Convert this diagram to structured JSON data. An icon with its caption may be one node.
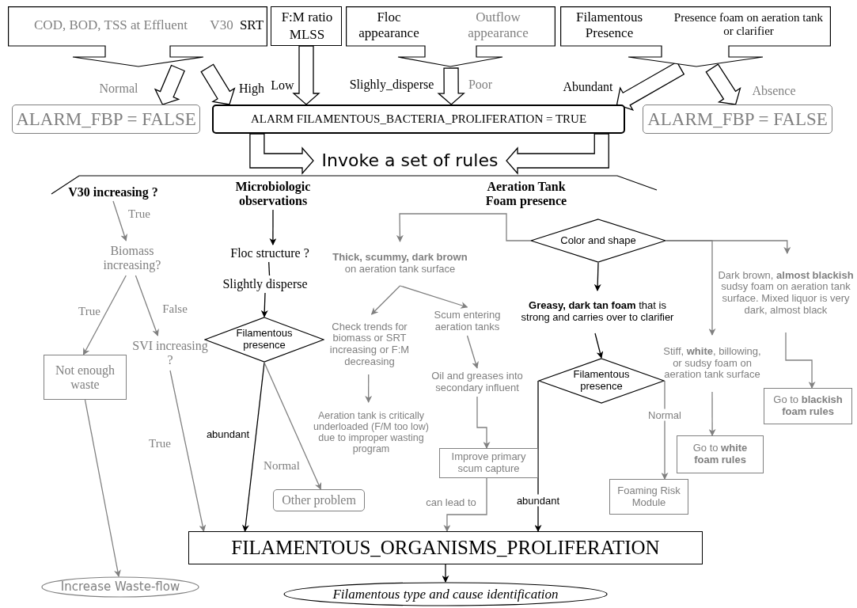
{
  "diagram": {
    "nodes": [
      {
        "text": [
          "COD, BOD, TSS at Effluent",
          "V30",
          "SRT"
        ]
      },
      {
        "text": [
          "F:M ratio",
          "MLSS"
        ]
      },
      {
        "text": [
          "Floc appearance",
          "Outflow appearance"
        ]
      },
      {
        "text": [
          "Filamentous Presence",
          "Presence foam on aeration tank or clarifier"
        ]
      },
      {
        "text": [
          "ALARM_FBP = FALSE"
        ]
      },
      {
        "text": [
          "ALARM FILAMENTOUS_BACTERIA_PROLIFERATION = TRUE"
        ]
      },
      {
        "text": [
          "ALARM_FBP = FALSE"
        ]
      },
      {
        "text": [
          "Invoke a set of rules"
        ]
      },
      {
        "text": [
          "V30 increasing ?"
        ]
      },
      {
        "text": [
          "Biomass increasing?"
        ]
      },
      {
        "text": [
          "Not enough waste"
        ]
      },
      {
        "text": [
          "SVI increasing ?"
        ]
      },
      {
        "text": [
          "Increase Waste-flow"
        ]
      },
      {
        "text": [
          "Microbiologic observations"
        ]
      },
      {
        "text": [
          "Floc structure ?"
        ]
      },
      {
        "text": [
          "Slightly disperse"
        ]
      },
      {
        "text": [
          "Filamentous presence"
        ]
      },
      {
        "text": [
          "Other problem"
        ]
      },
      {
        "text": [
          "Aeration Tank Foam presence"
        ]
      },
      {
        "text": [
          "Color and shape"
        ]
      },
      {
        "text": [
          "**Thick, scummy, dark brown** on aeration tank surface"
        ]
      },
      {
        "text": [
          "Check trends for biomass or SRT increasing or F:M decreasing"
        ]
      },
      {
        "text": [
          "Scum entering aeration tanks"
        ]
      },
      {
        "text": [
          "Oil and greases into secondary influent"
        ]
      },
      {
        "text": [
          "Aeration tank is critically underloaded (F/M too low) due to improper wasting program"
        ]
      },
      {
        "text": [
          "Improve primary scum capture"
        ]
      },
      {
        "text": [
          "**Greasy, dark tan foam** that is strong and carries over to clarifier"
        ]
      },
      {
        "text": [
          "Filamentous presence"
        ]
      },
      {
        "text": [
          "Foaming Risk Module"
        ]
      },
      {
        "text": [
          "Stiff, **white**, billowing, or sudsy foam on aeration tank surface"
        ]
      },
      {
        "text": [
          "Go to **white foam rules**"
        ]
      },
      {
        "text": [
          "Dark brown, **almost blackish** sudsy foam on aeration tank surface. Mixed liquor is very dark, almost black"
        ]
      },
      {
        "text": [
          "Go to **blackish foam rules**"
        ]
      },
      {
        "text": [
          "FILAMENTOUS_ORGANISMS_PROLIFERATION"
        ]
      },
      {
        "text": [
          "Filamentous type and cause identification"
        ]
      }
    ],
    "edges": [
      {
        "from": 0,
        "to": 4,
        "arrow": "to",
        "label": "Normal",
        "style": "thick",
        "color": "#000000"
      },
      {
        "from": 0,
        "to": 5,
        "arrow": "to",
        "label": "High",
        "style": "thick",
        "color": "#000000"
      },
      {
        "from": 1,
        "to": 5,
        "arrow": "to",
        "label": "Low",
        "style": "thick",
        "color": "#000000"
      },
      {
        "from": 2,
        "to": 5,
        "arrow": "to",
        "label": "Slighly_disperse",
        "style": "thick",
        "color": "#000000"
      },
      {
        "from": 3,
        "to": 5,
        "arrow": "to",
        "label": "Abundant",
        "style": "thick",
        "color": "#000000"
      },
      {
        "from": 3,
        "to": 6,
        "arrow": "to",
        "label": "Absence",
        "style": "thick",
        "color": "#000000"
      },
      {
        "from": 5,
        "to": 7,
        "arrow": "to",
        "style": "thick",
        "color": "#000000"
      },
      {
        "from": 5,
        "to": 7,
        "arrow": "to",
        "style": "thick",
        "color": "#000000"
      },
      {
        "from": 8,
        "to": 9,
        "arrow": "to",
        "label": "True"
      },
      {
        "from": 9,
        "to": 10,
        "arrow": "to",
        "label": "True"
      },
      {
        "from": 9,
        "to": 11,
        "arrow": "to",
        "label": "False"
      },
      {
        "from": 10,
        "to": 12,
        "arrow": "to"
      },
      {
        "from": 11,
        "to": 33,
        "arrow": "to",
        "label": "True"
      },
      {
        "from": 13,
        "to": 14,
        "arrow": "to",
        "color": "#000000"
      },
      {
        "from": 14,
        "to": 15,
        "arrow": "none",
        "color": "#000000"
      },
      {
        "from": 15,
        "to": 16,
        "arrow": "to",
        "color": "#000000"
      },
      {
        "from": 16,
        "to": 33,
        "arrow": "to",
        "label": "abundant",
        "color": "#000000"
      },
      {
        "from": 16,
        "to": 17,
        "arrow": "to",
        "label": "Normal"
      },
      {
        "from": 19,
        "to": 20,
        "arrow": "to"
      },
      {
        "from": 19,
        "to": 26,
        "arrow": "to",
        "color": "#000000"
      },
      {
        "from": 19,
        "to": 29,
        "arrow": "to"
      },
      {
        "from": 19,
        "to": 31,
        "arrow": "to"
      },
      {
        "from": 20,
        "to": 21,
        "arrow": "to"
      },
      {
        "from": 20,
        "to": 22,
        "arrow": "to"
      },
      {
        "from": 21,
        "to": 24,
        "arrow": "to"
      },
      {
        "from": 22,
        "to": 23,
        "arrow": "to"
      },
      {
        "from": 23,
        "to": 25,
        "arrow": "to"
      },
      {
        "from": 25,
        "to": 33,
        "arrow": "to",
        "label": "can lead to"
      },
      {
        "from": 26,
        "to": 27,
        "arrow": "to",
        "color": "#000000"
      },
      {
        "from": 27,
        "to": 33,
        "arrow": "to",
        "label": "abundant",
        "color": "#000000"
      },
      {
        "from": 27,
        "to": 28,
        "arrow": "to",
        "label": "Normal"
      },
      {
        "from": 29,
        "to": 30,
        "arrow": "to"
      },
      {
        "from": 31,
        "to": 32,
        "arrow": "to"
      },
      {
        "from": 33,
        "to": 34,
        "arrow": "to",
        "color": "#000000"
      }
    ],
    "labels": [
      "Poor"
    ]
  }
}
